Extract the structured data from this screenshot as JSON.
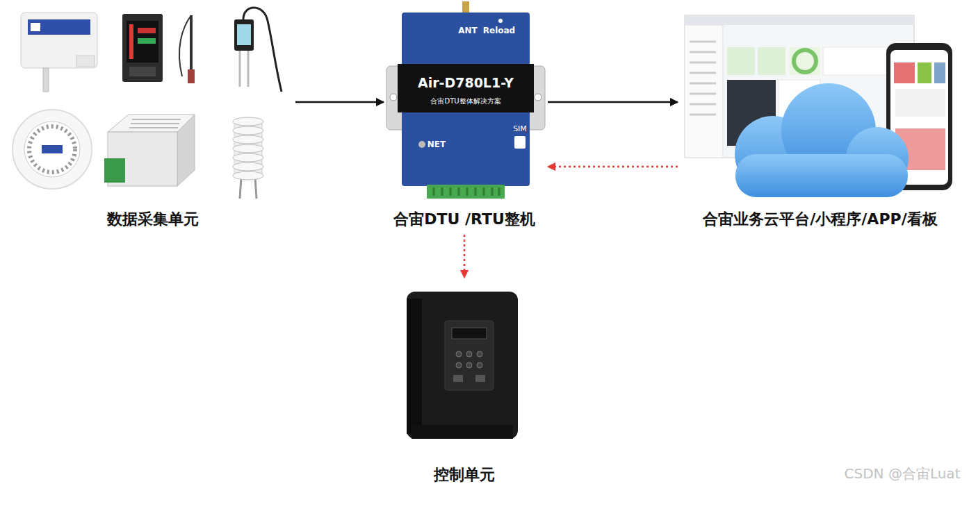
{
  "diagram": {
    "nodes": [
      {
        "text": [
          "数据采集单元"
        ]
      },
      {
        "text": [
          "合宙DTU /RTU整机"
        ]
      },
      {
        "text": [
          "合宙业务云平台/小程序/APP/看板"
        ]
      },
      {
        "text": [
          "控制单元"
        ]
      }
    ],
    "edges": [
      {
        "from": 0,
        "to": 1,
        "arrow": "to"
      },
      {
        "from": 1,
        "to": 2,
        "arrow": "to"
      },
      {
        "from": 2,
        "to": 1,
        "arrow": "to"
      },
      {
        "from": 1,
        "to": 3,
        "arrow": "to"
      }
    ],
    "labels": [
      "ANT",
      "Reload",
      "Air-D780L1-Y",
      "合宙DTU整体解决方案",
      "NET",
      "SIM",
      "CSDN @合宙Luat"
    ]
  }
}
